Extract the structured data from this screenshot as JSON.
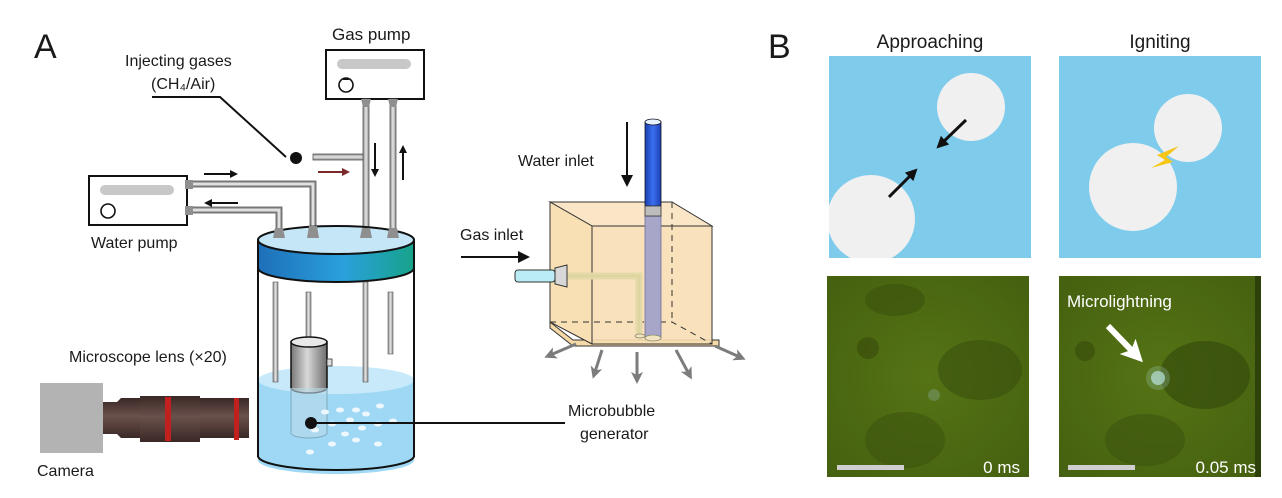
{
  "figure": {
    "panel_a": {
      "letter": "A",
      "labels": {
        "gas_pump": "Gas pump",
        "injecting_gases_line1": "Injecting gases",
        "injecting_gases_line2": "(CH₄/Air)",
        "water_pump": "Water pump",
        "water_inlet": "Water inlet",
        "gas_inlet": "Gas inlet",
        "microscope_lens": "Microscope lens (×20)",
        "camera": "Camera",
        "microbubble_line1": "Microbubble",
        "microbubble_line2": "generator"
      },
      "colors": {
        "water": "#a9dcf5",
        "lid_band": "#1f86c8",
        "lid_band_end": "#1aa38e",
        "inlet_tube": "#2255d6",
        "generator_box": "#f8dfb4",
        "lens_body": "#4a3430",
        "lens_ring": "#c0201e",
        "camera_body": "#b3b3b3",
        "gas_arrow": "#7a2a2a"
      }
    },
    "panel_b": {
      "letter": "B",
      "columns": [
        {
          "title": "Approaching",
          "timestamp": "0 ms"
        },
        {
          "title": "Igniting",
          "timestamp": "0.05 ms",
          "annotation": "Microlightning"
        }
      ],
      "colors": {
        "schematic_bg": "#7ecbec",
        "bubble": "#f0f0f0",
        "spark": "#f5c518",
        "micrograph_bg": "#4e6a12",
        "scale_bar": "#cfcfcf"
      }
    }
  }
}
